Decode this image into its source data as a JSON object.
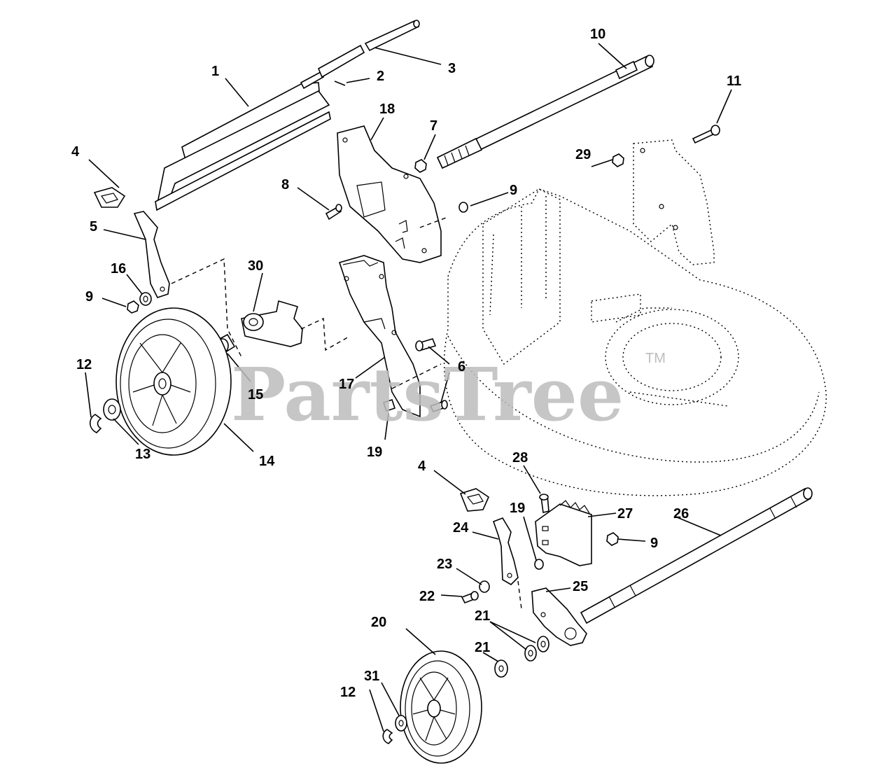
{
  "watermark": {
    "text": "PartsTree",
    "trademark": "TM"
  },
  "callouts": [
    "1",
    "2",
    "3",
    "4",
    "5",
    "6",
    "7",
    "8",
    "9",
    "10",
    "11",
    "12",
    "13",
    "14",
    "15",
    "16",
    "17",
    "18",
    "19",
    "20",
    "21",
    "22",
    "23",
    "24",
    "25",
    "26",
    "27",
    "28",
    "29",
    "30",
    "31"
  ]
}
